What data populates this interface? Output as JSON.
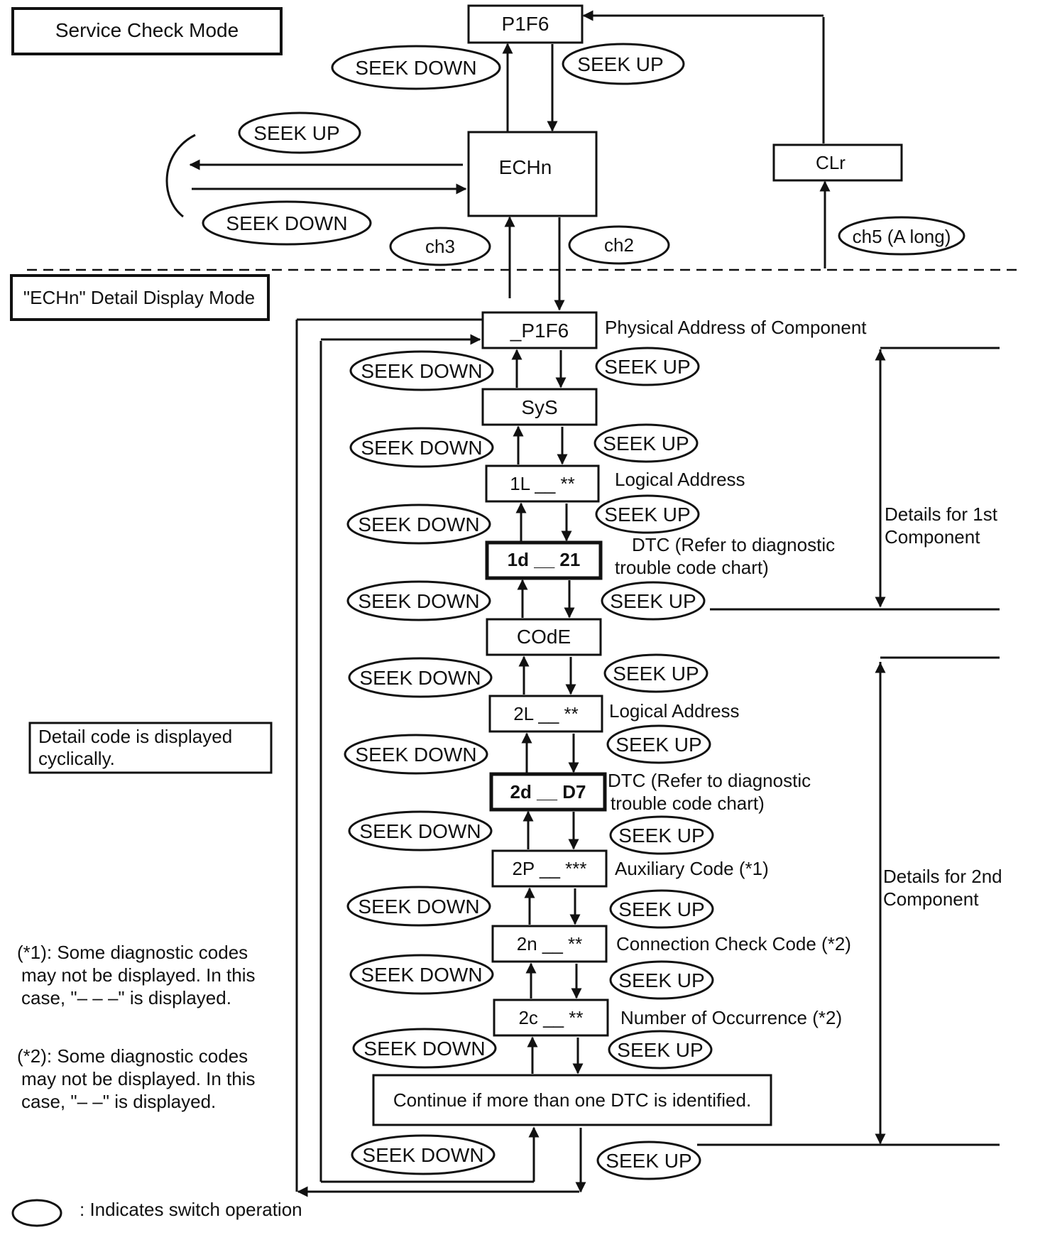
{
  "sections": {
    "service_mode": "Service Check Mode",
    "detail_mode": "\"ECHn\" Detail Display Mode"
  },
  "states": {
    "p1f6": "P1F6",
    "echn": "ECHn",
    "clr": "CLr",
    "p1f6_detail": "_P1F6",
    "sys": "SyS",
    "l1": "1L __ **",
    "d1": "1d __ 21",
    "code": "COdE",
    "l2": "2L __ **",
    "d2": "2d __ D7",
    "p2": "2P __ ***",
    "n2": "2n __ **",
    "c2": "2c __ **",
    "continue": "Continue if more than one DTC is identified."
  },
  "switches": {
    "seek_up": "SEEK UP",
    "seek_down": "SEEK DOWN",
    "ch3": "ch3",
    "ch2": "ch2",
    "ch5": "ch5 (A long)"
  },
  "labels": {
    "physical_address": "Physical Address of Component",
    "logical_address": "Logical Address",
    "dtc_line1": "DTC (Refer to diagnostic",
    "dtc_line2": "trouble code chart)",
    "auxiliary": "Auxiliary Code (*1)",
    "connection": "Connection Check Code (*2)",
    "occurrence": "Number of Occurrence (*2)",
    "details_1st_line1": "Details for 1st",
    "details_1st_line2": "Component",
    "details_2nd_line1": "Details for 2nd",
    "details_2nd_line2": "Component"
  },
  "notes": {
    "cyclic_line1": "Detail code is displayed",
    "cyclic_line2": "cyclically.",
    "note1_line1": "(*1): Some diagnostic codes",
    "note1_line2": "may not be displayed. In this",
    "note1_line3": "case, \"– – –\" is displayed.",
    "note2_line1": "(*2): Some diagnostic codes",
    "note2_line2": "may not be displayed. In this",
    "note2_line3": "case, \"– –\" is displayed.",
    "legend": ": Indicates switch operation"
  }
}
